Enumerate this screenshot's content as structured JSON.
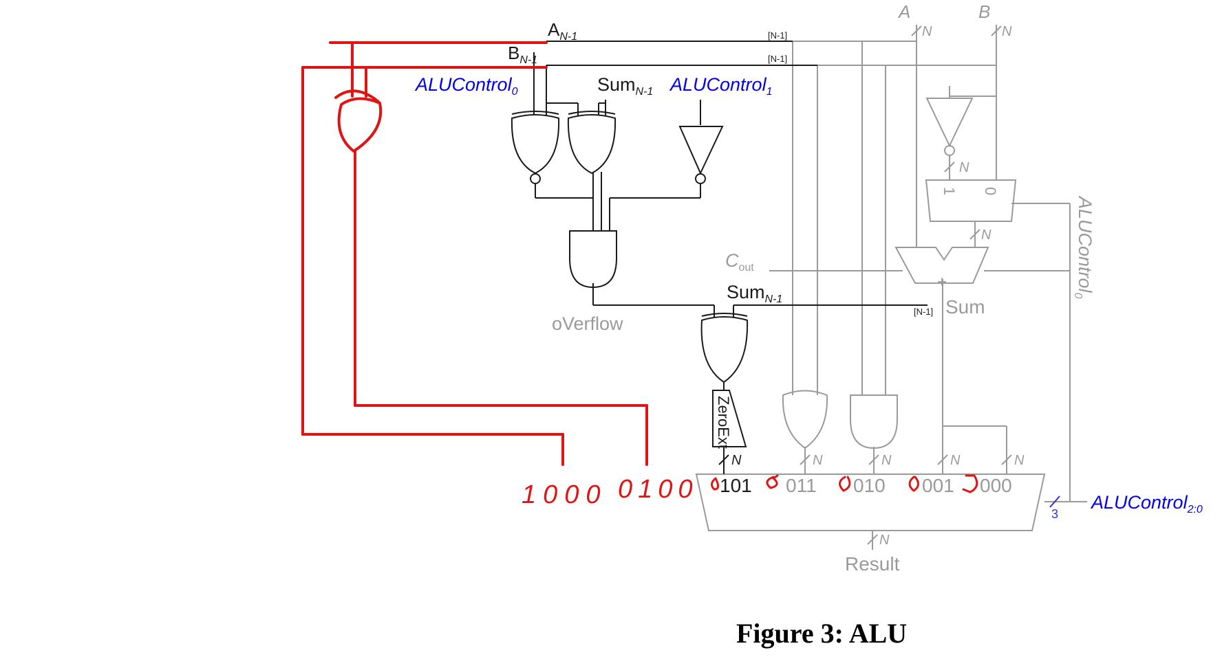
{
  "colors": {
    "black": "#1a1a1a",
    "gray": "#9a9a9a",
    "blue": "#0000ee",
    "red": "#e01414"
  },
  "labels": {
    "a": "A",
    "b": "B",
    "width_n": "N",
    "bit_slice": "[N-1]",
    "a_msb": {
      "base": "A",
      "sub": "N-1"
    },
    "b_msb": {
      "base": "B",
      "sub": "N-1"
    },
    "alucontrol0": {
      "base": "ALUControl",
      "sub": "0"
    },
    "alucontrol1": {
      "base": "ALUControl",
      "sub": "1"
    },
    "sum_msb": {
      "base": "Sum",
      "sub": "N-1"
    },
    "cout": {
      "base": "C",
      "sub": "out"
    },
    "overflow": "oVerflow",
    "zeroext": "ZeroExt",
    "sum": "Sum",
    "plus": "+",
    "mux_in1": "1",
    "mux_in0": "0",
    "alucontrol_vertical": {
      "base": "ALUControl",
      "sub": "0"
    },
    "alucontrol_bus": {
      "base": "ALUControl",
      "sub": "2:0"
    },
    "bus_width_3": "3",
    "result": "Result",
    "mux_codes": [
      "101",
      "011",
      "010",
      "001",
      "000"
    ],
    "hand_codes": [
      "1000",
      "0100"
    ]
  },
  "caption": "Figure 3: ALU"
}
